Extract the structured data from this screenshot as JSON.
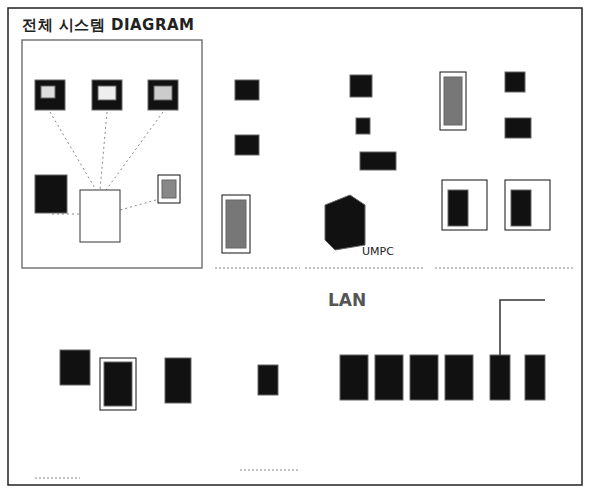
{
  "diagram": {
    "title": "전체 시스템 DIAGRAM",
    "labels": [
      "UMPC",
      "LAN"
    ]
  }
}
